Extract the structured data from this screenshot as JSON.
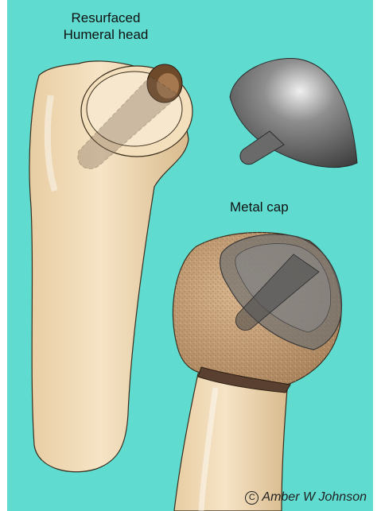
{
  "labels": {
    "resurfaced_line1": "Resurfaced",
    "resurfaced_line2": "Humeral head",
    "metal_cap": "Metal cap"
  },
  "credit": {
    "symbol": "C",
    "text": "Amber W Johnson"
  },
  "colors": {
    "background": "#5fdbcf",
    "bone": "#f2dcb8",
    "bone_shadow": "#d8b98a",
    "cancellous_bone": "#c9a27a",
    "metal": "#6b6b6b"
  }
}
